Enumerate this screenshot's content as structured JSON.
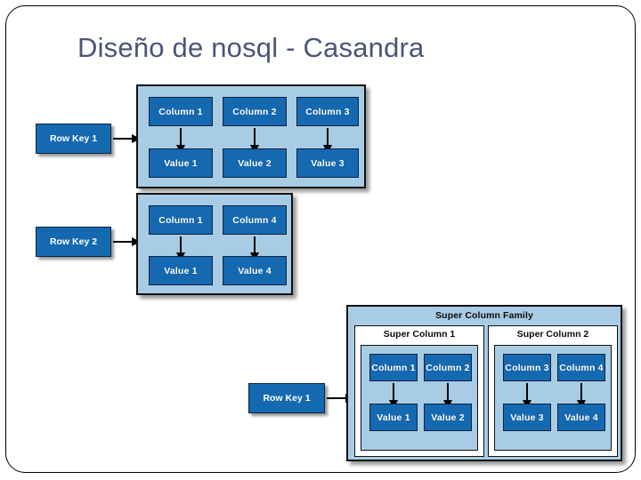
{
  "slide": {
    "title": "Diseño de nosql - Casandra",
    "title_color": "#4a5578",
    "background": "#ffffff",
    "border_color": "#000000"
  },
  "palette": {
    "box_fill": "#1569b0",
    "box_border": "#0c2340",
    "panel_fill": "#a8cce4",
    "panel_border": "#111111",
    "box_text": "#ffffff",
    "panel_text": "#0b0b0b"
  },
  "diagram": {
    "row_keys": [
      {
        "label": "Row Key 1"
      },
      {
        "label": "Row Key 2"
      },
      {
        "label": "Row Key 1"
      }
    ],
    "row1": {
      "columns": [
        "Column 1",
        "Column 2",
        "Column 3"
      ],
      "values": [
        "Value 1",
        "Value 2",
        "Value 3"
      ]
    },
    "row2": {
      "columns": [
        "Column 1",
        "Column 4"
      ],
      "values": [
        "Value 1",
        "Value 4"
      ]
    },
    "super_column_family": {
      "title": "Super Column Family",
      "super_columns": [
        {
          "title": "Super Column 1",
          "columns": [
            "Column 1",
            "Column 2"
          ],
          "values": [
            "Value 1",
            "Value 2"
          ]
        },
        {
          "title": "Super Column 2",
          "columns": [
            "Column 3",
            "Column 4"
          ],
          "values": [
            "Value 3",
            "Value 4"
          ]
        }
      ]
    }
  }
}
